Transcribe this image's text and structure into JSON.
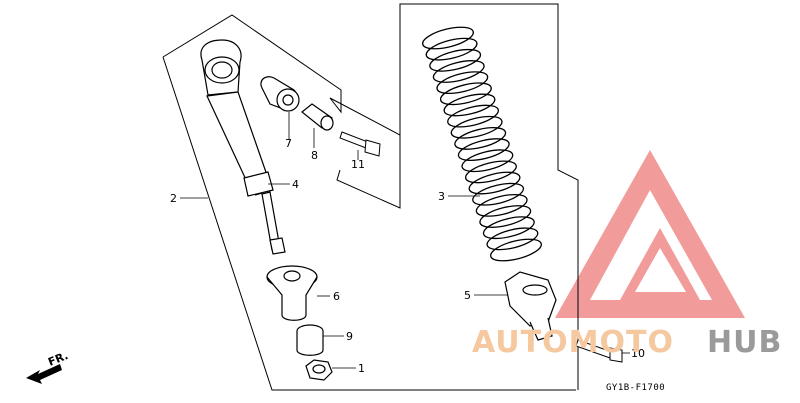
{
  "diagram": {
    "code": "GY1B-F1700",
    "direction_label": "FR.",
    "callouts": [
      {
        "id": "c1",
        "text": "1"
      },
      {
        "id": "c2",
        "text": "2"
      },
      {
        "id": "c3",
        "text": "3"
      },
      {
        "id": "c4",
        "text": "4"
      },
      {
        "id": "c5",
        "text": "5"
      },
      {
        "id": "c6",
        "text": "6"
      },
      {
        "id": "c7",
        "text": "7"
      },
      {
        "id": "c8",
        "text": "8"
      },
      {
        "id": "c9",
        "text": "9"
      },
      {
        "id": "c10",
        "text": "10"
      },
      {
        "id": "c11",
        "text": "11"
      }
    ]
  },
  "watermark": {
    "word_part1": "AUTOMOTO",
    "word_part2": "HUB",
    "color_part1": "#f5c8a0",
    "color_part2": "#9a9a9a",
    "logo_color": "#f08a8a"
  }
}
